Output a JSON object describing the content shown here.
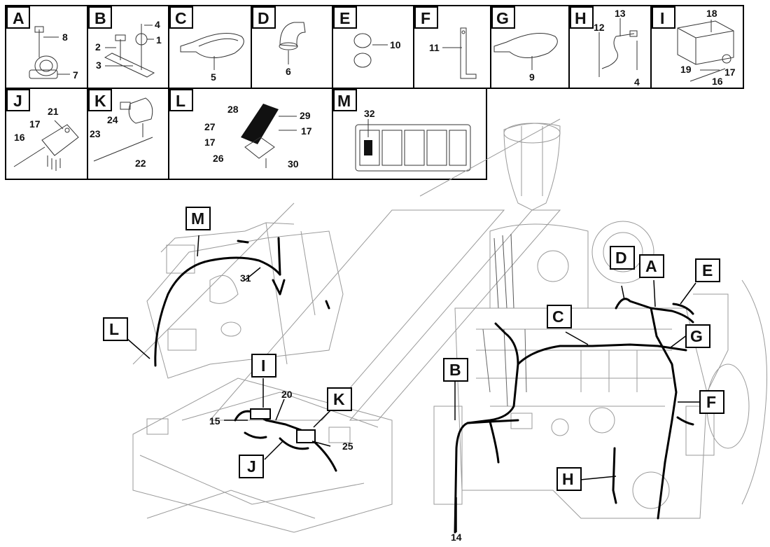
{
  "panels": [
    {
      "letter": "A",
      "parts": [
        "8",
        "7"
      ]
    },
    {
      "letter": "B",
      "parts": [
        "4",
        "1",
        "2",
        "3"
      ]
    },
    {
      "letter": "C",
      "parts": [
        "5"
      ]
    },
    {
      "letter": "D",
      "parts": [
        "6"
      ]
    },
    {
      "letter": "E",
      "parts": [
        "10"
      ]
    },
    {
      "letter": "F",
      "parts": [
        "11"
      ]
    },
    {
      "letter": "G",
      "parts": [
        "9"
      ]
    },
    {
      "letter": "H",
      "parts": [
        "13",
        "12",
        "4"
      ]
    },
    {
      "letter": "I",
      "parts": [
        "18",
        "19",
        "17",
        "16"
      ]
    },
    {
      "letter": "J",
      "parts": [
        "21",
        "17",
        "16"
      ]
    },
    {
      "letter": "K",
      "parts": [
        "24",
        "23",
        "22"
      ]
    },
    {
      "letter": "L",
      "parts": [
        "28",
        "29",
        "27",
        "17",
        "26",
        "30"
      ]
    },
    {
      "letter": "M",
      "parts": [
        "32"
      ]
    }
  ],
  "callouts": {
    "M": "M",
    "L": "L",
    "I": "I",
    "J": "J",
    "K": "K",
    "B": "B",
    "C": "C",
    "D": "D",
    "A": "A",
    "E": "E",
    "G": "G",
    "F": "F",
    "H": "H",
    "n31": "31",
    "n20": "20",
    "n15": "15",
    "n25": "25",
    "n14": "14"
  }
}
